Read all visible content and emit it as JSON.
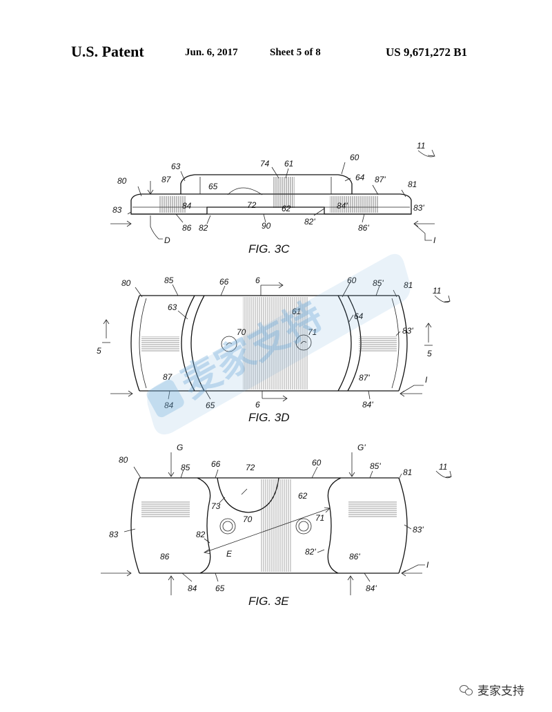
{
  "header": {
    "title": "U.S. Patent",
    "date": "Jun. 6, 2017",
    "sheet": "Sheet 5 of 8",
    "patent_number": "US 9,671,272 B1"
  },
  "figures": {
    "fig3c": "FIG. 3C",
    "fig3d": "FIG. 3D",
    "fig3e": "FIG. 3E"
  },
  "labels_3c": [
    "11",
    "60",
    "61",
    "74",
    "63",
    "65",
    "64",
    "80",
    "87",
    "87'",
    "81",
    "83",
    "84",
    "72",
    "62",
    "84'",
    "83'",
    "86",
    "82",
    "90",
    "82'",
    "86'",
    "D",
    "I"
  ],
  "labels_3d": [
    "11",
    "80",
    "85",
    "66",
    "6",
    "60",
    "85'",
    "81",
    "63",
    "61",
    "64",
    "70",
    "71",
    "83'",
    "5",
    "5",
    "87",
    "87'",
    "I",
    "84",
    "65",
    "6",
    "84'"
  ],
  "labels_3e": [
    "11",
    "80",
    "G",
    "85",
    "66",
    "72",
    "60",
    "G'",
    "85'",
    "81",
    "62",
    "73",
    "70",
    "71",
    "83",
    "82",
    "83'",
    "86",
    "E",
    "82'",
    "86'",
    "I",
    "84",
    "65",
    "84'"
  ],
  "watermark": {
    "text": "麦家支持",
    "color": "#6aa8d8"
  },
  "footer": {
    "account": "麦家支持",
    "icon": "wechat-icon"
  }
}
